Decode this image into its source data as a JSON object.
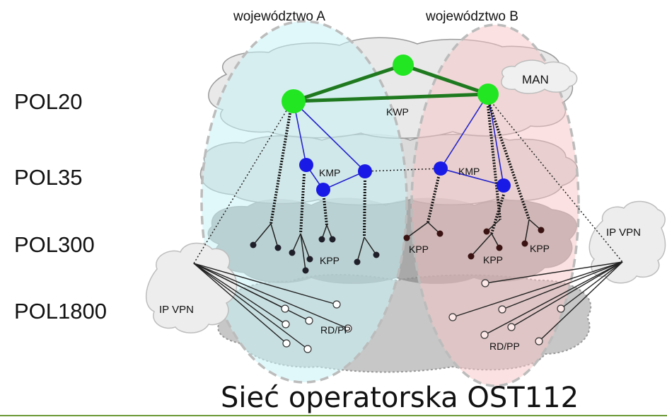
{
  "regions": {
    "a": "województwo A",
    "b": "województwo B"
  },
  "levels": {
    "pol20": "POL20",
    "pol35": "POL35",
    "pol300": "POL300",
    "pol1800": "POL1800"
  },
  "labels": {
    "kwp": "KWP",
    "kmp_a": "KMP",
    "kmp_b": "KMP",
    "kpp_a": "KPP",
    "kpp_b1": "KPP",
    "kpp_b2": "KPP",
    "kpp_b3": "KPP",
    "rdpp_a": "RD/PP",
    "rdpp_b": "RD/PP",
    "man": "MAN",
    "ipvpn_left": "IP VPN",
    "ipvpn_right": "IP VPN"
  },
  "caption": "Sieć operatorska OST112",
  "colors": {
    "kwp_node": "#22e622",
    "kmp_node": "#1a1ae6",
    "kpp_node": "#222222",
    "region_a": "#d9f6f8",
    "region_b": "#f6d5d5",
    "caption_rule": "#6f9a3a"
  }
}
